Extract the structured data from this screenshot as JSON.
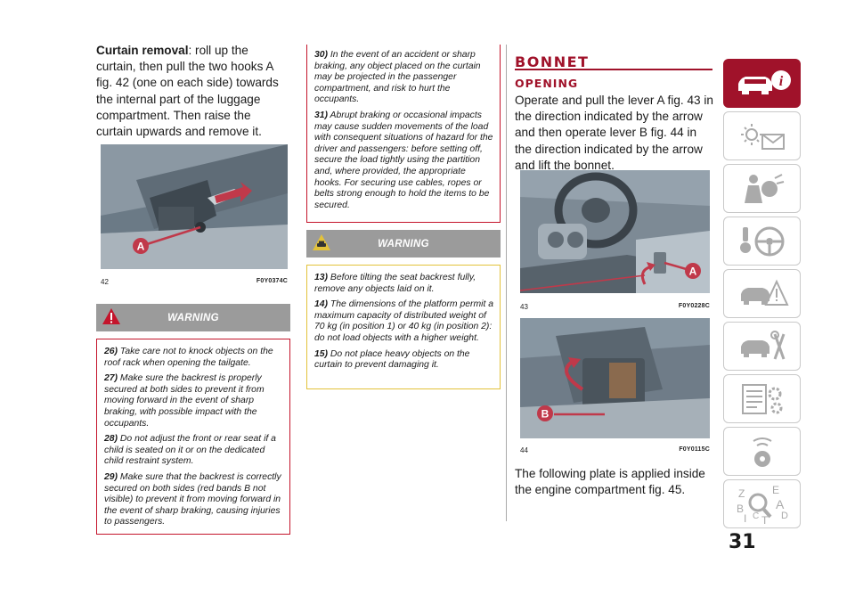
{
  "intro": {
    "heading": "Curtain removal",
    "text": ": roll up the curtain, then pull the two hooks A fig. 42 (one on each side) towards the internal part of the luggage compartment. Then raise the curtain upwards and remove it."
  },
  "figures": {
    "fig42": {
      "number": "42",
      "code": "F0Y0374C",
      "callout": "A"
    },
    "fig43": {
      "number": "43",
      "code": "F0Y0228C",
      "callout": "A"
    },
    "fig44": {
      "number": "44",
      "code": "F0Y0115C",
      "callout": "B"
    }
  },
  "warning1": {
    "title": "WARNING",
    "items": [
      {
        "num": "26)",
        "text": "Take care not to knock objects on the roof rack when opening the tailgate."
      },
      {
        "num": "27)",
        "text": "Make sure the backrest is properly secured at both sides to prevent it from moving forward in the event of sharp braking, with possible impact with the occupants."
      },
      {
        "num": "28)",
        "text": "Do not adjust the front or rear seat if a child is seated on it or on the dedicated child restraint system."
      },
      {
        "num": "29)",
        "text": "Make sure that the backrest is correctly secured on both sides (red bands B not visible) to prevent it from moving forward in the event of sharp braking, causing injuries to passengers."
      }
    ]
  },
  "warning_cont": {
    "items": [
      {
        "num": "30)",
        "text": "In the event of an accident or sharp braking, any object placed on the curtain may be projected in the passenger compartment, and risk to hurt the occupants."
      },
      {
        "num": "31)",
        "text": "Abrupt braking or occasional impacts may cause sudden movements of the load with consequent situations of hazard for the driver and passengers: before setting off, secure the load tightly using the partition and, where provided, the appropriate hooks. For securing use cables, ropes or belts strong enough to hold the items to be secured."
      }
    ]
  },
  "warning2": {
    "title": "WARNING",
    "items": [
      {
        "num": "13)",
        "text": "Before tilting the seat backrest fully, remove any objects laid on it."
      },
      {
        "num": "14)",
        "text": "The dimensions of the platform permit a maximum capacity of distributed weight of 70 kg (in position 1) or 40 kg (in position 2): do not load objects with a higher weight."
      },
      {
        "num": "15)",
        "text": "Do not place heavy objects on the curtain to prevent damaging it."
      }
    ]
  },
  "bonnet": {
    "title": "BONNET",
    "subtitle": "OPENING",
    "text": "Operate and pull the lever A fig. 43 in the direction indicated by the arrow and then operate lever B fig. 44 in the direction indicated by the arrow and lift the bonnet.",
    "after": "The following plate is applied inside the engine compartment fig. 45."
  },
  "sidebar": {
    "tabs": [
      {
        "icon": "car-info-icon",
        "active": true
      },
      {
        "icon": "dashboard-lights-icon",
        "active": false
      },
      {
        "icon": "safety-airbag-icon",
        "active": false
      },
      {
        "icon": "starting-driving-icon",
        "active": false
      },
      {
        "icon": "emergency-icon",
        "active": false
      },
      {
        "icon": "maintenance-icon",
        "active": false
      },
      {
        "icon": "technical-data-icon",
        "active": false
      },
      {
        "icon": "multimedia-icon",
        "active": false
      },
      {
        "icon": "index-icon",
        "active": false
      }
    ],
    "index_letters": [
      "Z",
      "E",
      "A",
      "B",
      "C",
      "D",
      "T",
      "I"
    ],
    "info_glyph": "i"
  },
  "page_number": "31",
  "colors": {
    "accent": "#a0122a",
    "warning_band": "#9b9b9b",
    "warning_border_red": "#c4142b",
    "warning_border_yellow": "#e3c23a"
  }
}
